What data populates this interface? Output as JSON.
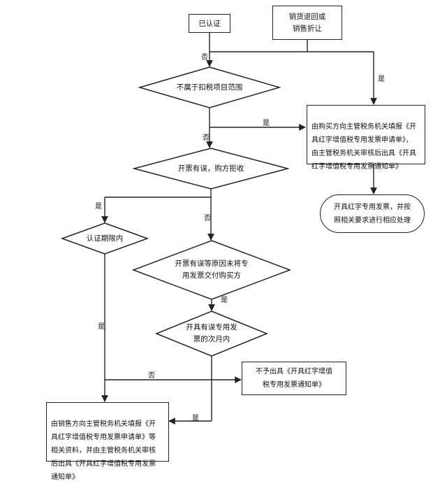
{
  "nodes": {
    "certified": "已认证",
    "sales_return": "销货退回或\n销售折让",
    "d_not_deductible": "不属于扣税项目范围",
    "buyer_apply": "由购买方向主管税务机关填报《开\n具红字增值税专用发票申请单》，\n由主管税务机关审核后出具《开具\n红字增值税专用发票通知单》",
    "issue_red": "开具红字专用发票，并按\n照相关要求进行相应处理",
    "d_issue_error": "开票有误，购方拒收",
    "d_within_period": "认证期限内",
    "d_not_delivered": "开票有误等原因未将专\n用发票交付购买方",
    "d_next_month": "开具有误专用发\n票的次月内",
    "not_issue": "不予出具《开具红字增值\n税专用发票通知单》",
    "seller_apply": "由销售方向主管税务机关填报《开\n具红字增值税专用发票申请单》等\n相关资料，并由主管税务机关审核\n后出具《开具红字增值税专用发票\n通知单》"
  },
  "edge_labels": {
    "no_1": "否",
    "yes_1": "是",
    "yes_2": "是",
    "no_2": "否",
    "yes_3": "是",
    "no_3": "否",
    "yes_4": "是",
    "yes_5": "是",
    "no_4": "否",
    "yes_6": "是"
  }
}
